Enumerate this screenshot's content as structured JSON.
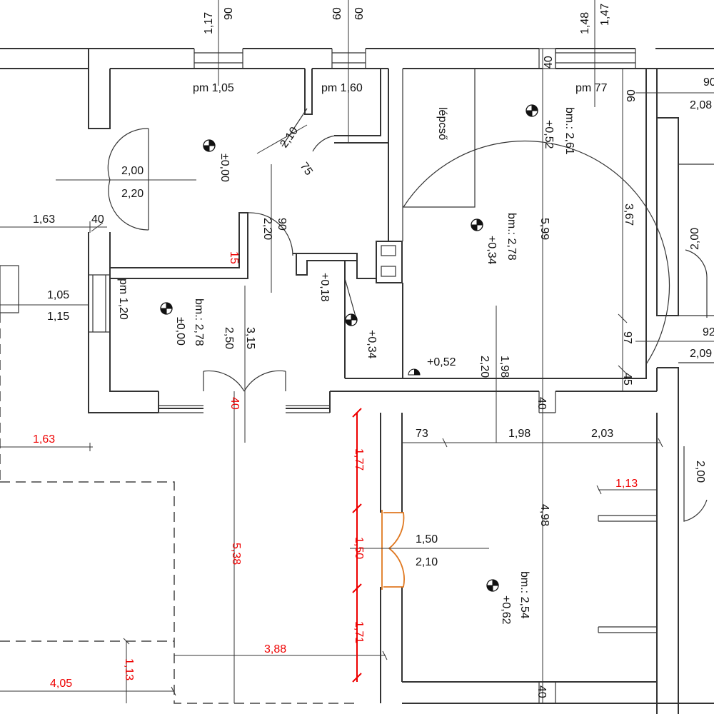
{
  "labels": {
    "top_1": "1,17",
    "top_2": "90",
    "top_3": "60",
    "top_4": "60",
    "top_5": "1,48",
    "top_6": "1,47",
    "pm_105": "pm 1,05",
    "pm_160": "pm 1,60",
    "pm_77": "pm 77",
    "r_90": "90",
    "r_208": "2,08",
    "r_200": "2,00",
    "r_92": "92",
    "r_209": "2,09",
    "d40_a": "40",
    "d90_b": "90",
    "lepcso": "lépcső",
    "bm261": "bm.: 2,61",
    "plus052": "+0,52",
    "door210": "2,10",
    "door75": "75",
    "lvl000_top": "±0,00",
    "door200": "2,00",
    "door220": "2,20",
    "dim163": "1,63",
    "dim40": "40",
    "dim220": "2,20",
    "dim90": "90",
    "bm278_r": "bm.: 2,78",
    "plus034_r": "+0,34",
    "dim599": "5,99",
    "dim367": "3,67",
    "dim15": "15",
    "plus018": "+0,18",
    "plus034_c": "+0,34",
    "dim105": "1,05",
    "dim115": "1,15",
    "pm120": "pm 1,20",
    "bm278_l": "bm.: 2,78",
    "lvl000_l": "±0,00",
    "dim250": "2,50",
    "dim315": "3,15",
    "plus052_b": "+0,52",
    "dim220_b": "2,20",
    "dim198": "1,98",
    "dim97": "97",
    "dim45": "45",
    "dim40_red": "40",
    "dim40_c": "40",
    "dim163_red": "1,63",
    "dim73": "73",
    "dim198_b": "1,98",
    "dim203": "2,03",
    "dim177": "1,77",
    "dim113_r": "1,13",
    "dim150": "1,50",
    "door150": "1,50",
    "door210_b": "2,10",
    "dim498": "4,98",
    "dim538": "5,38",
    "bm254": "bm.: 2,54",
    "plus062": "+0,62",
    "dim200_r": "2,00",
    "dim171": "1,71",
    "dim388": "3,88",
    "dim405": "4,05",
    "dim113_l": "1,13",
    "dim40_bot": "40"
  },
  "colors": {
    "wall": "#333333",
    "dimension_red": "#e00000",
    "door_highlight": "#e07820"
  }
}
